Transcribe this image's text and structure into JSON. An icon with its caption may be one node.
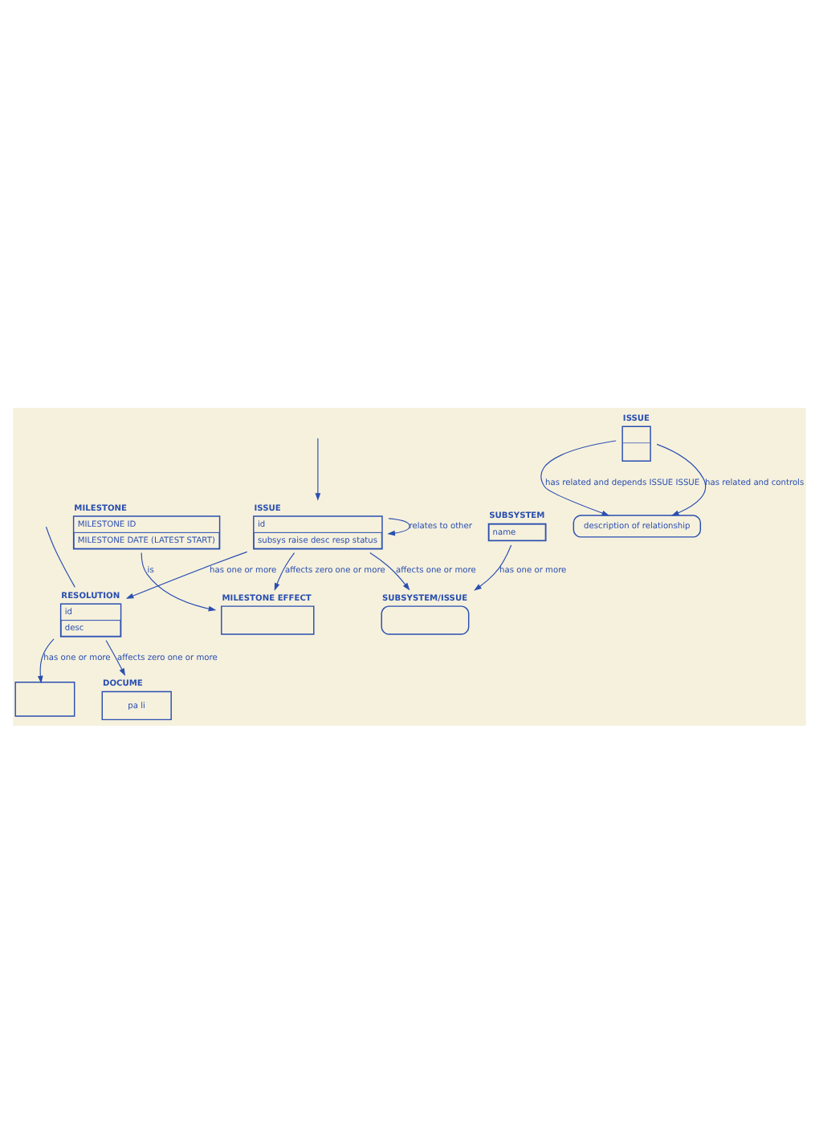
{
  "diagram": {
    "nodes": [
      {
        "text": [],
        "shape": "box"
      },
      {
        "text": [
          "SUBSYSTEM/ISSUE"
        ]
      },
      {
        "text": [
          "ISSUE",
          "id",
          "subsys raise desc resp status"
        ]
      },
      {
        "text": [
          "SUBSYSTEM",
          "name"
        ]
      },
      {
        "text": [
          "RESOLUTION",
          "id",
          "desc"
        ]
      },
      {
        "text": [
          "MILESTONE",
          "MILESTONE ID",
          "MILESTONE DATE (LATEST START)"
        ]
      },
      {
        "text": [
          "MILESTONE EFFECT"
        ]
      },
      {
        "text": [
          "ISSUE"
        ]
      },
      {
        "text": [
          "description of relationship"
        ]
      },
      {
        "text": [
          "DOCUME",
          "pa li"
        ]
      }
    ],
    "edges": [
      {
        "from": 4,
        "to": 0,
        "arrow": "to",
        "label": "has one or more"
      },
      {
        "from": null,
        "to": 4,
        "arrow": "none"
      },
      {
        "from": null,
        "to": 2,
        "arrow": "to"
      },
      {
        "from": 2,
        "to": 2,
        "arrow": "to",
        "label": "relates to other"
      },
      {
        "from": 2,
        "to": 1,
        "arrow": "to",
        "label": "affects one or more"
      },
      {
        "from": 3,
        "to": 1,
        "arrow": "to",
        "label": "has one or more"
      },
      {
        "from": 2,
        "to": 4,
        "arrow": "to",
        "label": "has one or more"
      },
      {
        "from": 2,
        "to": 6,
        "arrow": "to",
        "label": "affects zero one or more"
      },
      {
        "from": 5,
        "to": 6,
        "arrow": "to",
        "label": "is"
      },
      {
        "from": 4,
        "to": 9,
        "arrow": "to",
        "label": "affects zero one or more"
      },
      {
        "from": 7,
        "to": 8,
        "arrow": "to",
        "label": "has related and depends ISSUE ISSUE"
      },
      {
        "from": 7,
        "to": 8,
        "arrow": "to",
        "label": "has related and controls"
      }
    ]
  }
}
